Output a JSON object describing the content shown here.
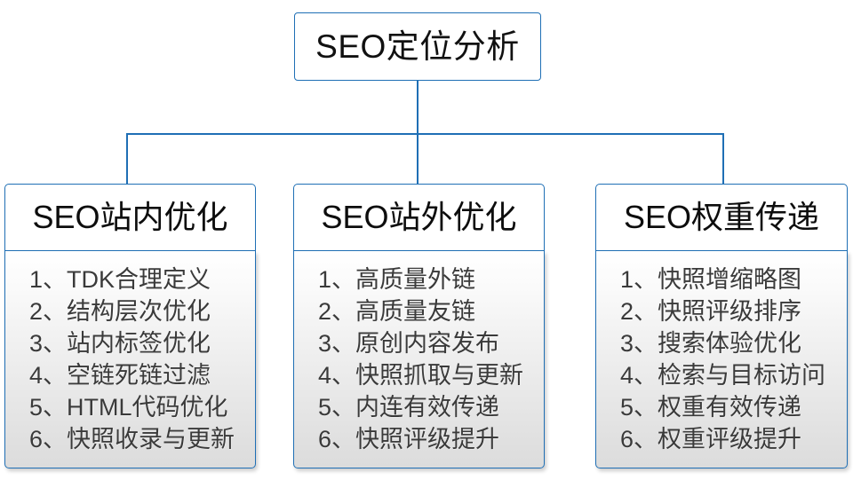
{
  "diagram": {
    "type": "tree",
    "root": {
      "label": "SEO定位分析"
    },
    "branches": [
      {
        "header": "SEO站内优化",
        "items": [
          "1、TDK合理定义",
          "2、结构层次优化",
          "3、站内标签优化",
          "4、空链死链过滤",
          "5、HTML代码优化",
          "6、快照收录与更新"
        ]
      },
      {
        "header": "SEO站外优化",
        "items": [
          "1、高质量外链",
          "2、高质量友链",
          "3、原创内容发布",
          "4、快照抓取与更新",
          "5、内连有效传递",
          "6、快照评级提升"
        ]
      },
      {
        "header": "SEO权重传递",
        "items": [
          "1、快照增缩略图",
          "2、快照评级排序",
          "3、搜索体验优化",
          "4、检索与目标访问",
          "5、权重有效传递",
          "6、权重评级提升"
        ]
      }
    ],
    "colors": {
      "border": "#1f6fb5",
      "connector": "#1f6fb5",
      "header_background": "#ffffff",
      "body_gradient_top": "#ffffff",
      "body_gradient_bottom": "#dcdcdc",
      "root_text": "#111111",
      "item_text": "#3a3a3a"
    }
  }
}
